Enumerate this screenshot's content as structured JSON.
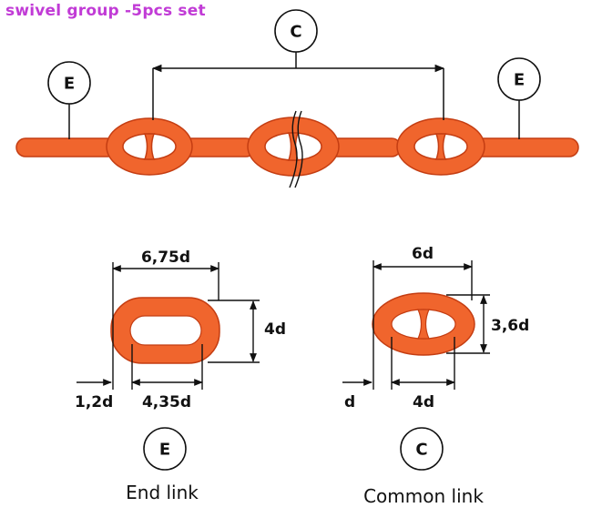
{
  "title": "swivel group -5pcs set",
  "chain": {
    "markers": {
      "left": "E",
      "center": "C",
      "right": "E"
    }
  },
  "colors": {
    "chain_fill": "#f0652d",
    "chain_outline": "#c43d12",
    "title": "#c13bd6"
  },
  "end_link": {
    "marker": "E",
    "caption": "End link",
    "dims": {
      "length": "6,75d",
      "height": "4d",
      "material": "1,2d",
      "inner": "4,35d"
    }
  },
  "common_link": {
    "marker": "C",
    "caption": "Common link",
    "dims": {
      "length": "6d",
      "height": "3,6d",
      "material": "d",
      "inner": "4d"
    }
  }
}
